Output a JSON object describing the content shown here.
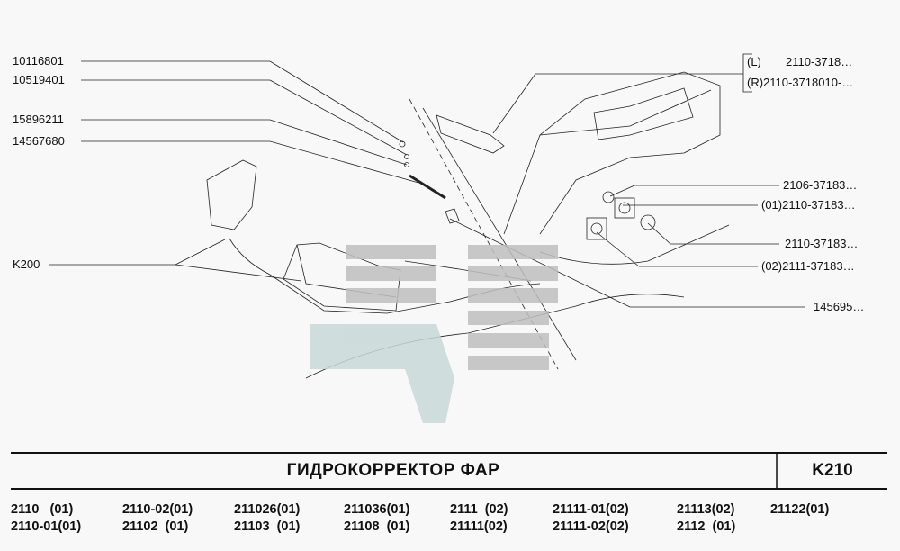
{
  "left_labels": [
    "10116801",
    "10519401",
    "15896211",
    "14567680",
    "K200"
  ],
  "right_labels": {
    "bracket_l": "(L)",
    "bracket_l_part": "2110-3718…",
    "bracket_r": "(R)2110-3718010-…",
    "items": [
      "2106-37183…",
      "(01)2110-37183…",
      "2110-37183…",
      "(02)2111-37183…",
      "145695…"
    ]
  },
  "title": "ГИДРОКОРРЕКТОР   ФАР",
  "code": "K210",
  "models_row1": [
    "2110   (01)",
    "2110-02(01)",
    "211026(01)",
    "211036(01)",
    "2111  (02)",
    "21111-01(02)",
    "21113(02)",
    "21122(01)"
  ],
  "models_row2": [
    "2110-01(01)",
    "21102  (01)",
    "21103  (01)",
    "21108  (01)",
    "21111(02)",
    "21111-02(02)",
    "2112  (01)"
  ]
}
